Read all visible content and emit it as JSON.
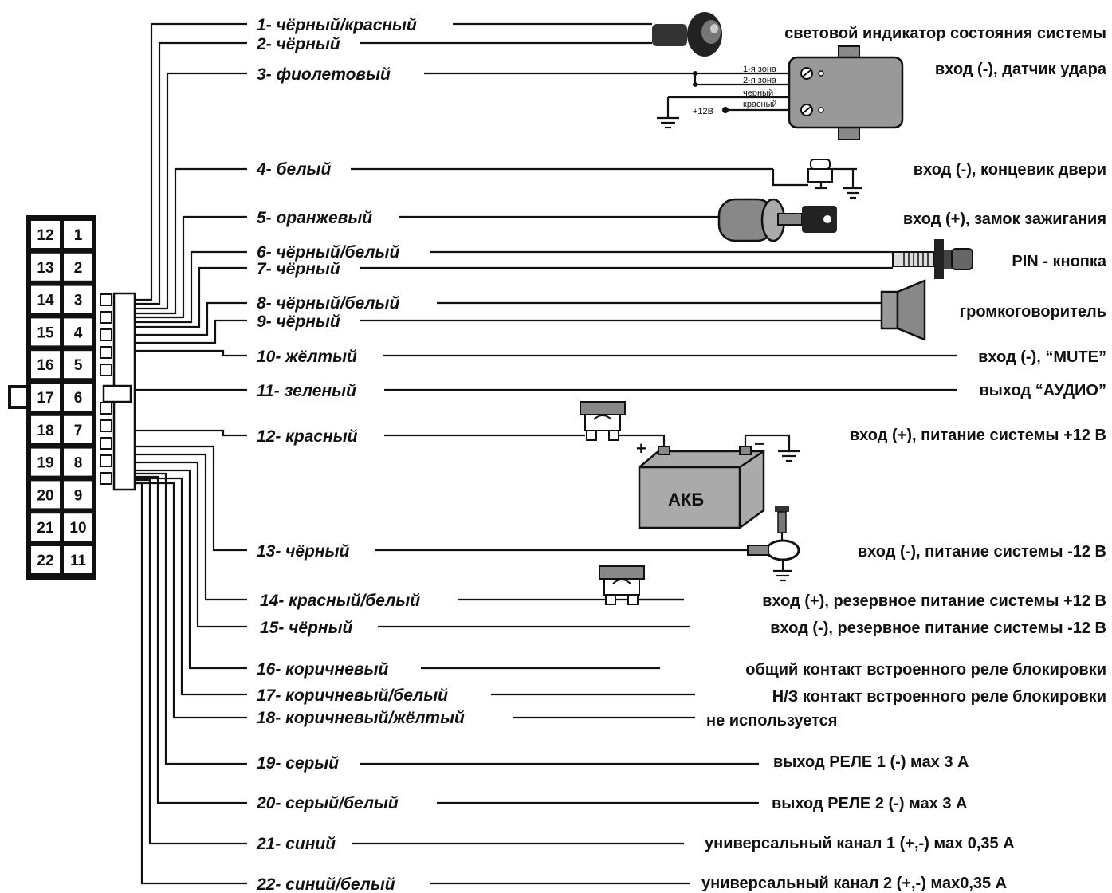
{
  "wires": [
    {
      "label": "1- чёрный/красный",
      "desc": "световой индикатор состояния системы"
    },
    {
      "label": "2- чёрный",
      "desc": ""
    },
    {
      "label": "3- фиолетовый",
      "desc": "вход (-), датчик удара"
    },
    {
      "label": "4- белый",
      "desc": "вход (-), концевик  двери"
    },
    {
      "label": "5- оранжевый",
      "desc": "вход (+), замок зажигания"
    },
    {
      "label": "6- чёрный/белый",
      "desc": "PIN - кнопка"
    },
    {
      "label": "7- чёрный",
      "desc": ""
    },
    {
      "label": "8- чёрный/белый",
      "desc": "громкоговоритель"
    },
    {
      "label": "9- чёрный",
      "desc": ""
    },
    {
      "label": "10- жёлтый",
      "desc": "вход (-), “MUTE”"
    },
    {
      "label": "11- зеленый",
      "desc": "выход “АУДИО”"
    },
    {
      "label": "12- красный",
      "desc": "вход (+), питание системы +12 В"
    },
    {
      "label": "13- чёрный",
      "desc": "вход (-), питание системы -12 В"
    },
    {
      "label": "14- красный/белый",
      "desc": "вход (+), резервное питание системы +12 В"
    },
    {
      "label": "15- чёрный",
      "desc": "вход (-), резервное питание системы -12 В"
    },
    {
      "label": "16- коричневый",
      "desc": "общий контакт встроенного реле блокировки"
    },
    {
      "label": "17- коричневый/белый",
      "desc": "Н/З контакт встроенного реле блокировки"
    },
    {
      "label": "18- коричневый/жёлтый",
      "desc": "не используется"
    },
    {
      "label": "19- серый",
      "desc": "выход РЕЛЕ 1 (-) мах 3 А"
    },
    {
      "label": "20- серый/белый",
      "desc": "выход  РЕЛЕ 2 (-) мах 3 А"
    },
    {
      "label": "21- синий",
      "desc": "универсальный канал 1 (+,-) мах 0,35 А"
    },
    {
      "label": "22- синий/белый",
      "desc": "универсальный канал 2 (+,-)  мах0,35 А"
    }
  ],
  "connector": {
    "left_pins": [
      "12",
      "13",
      "14",
      "15",
      "16",
      "17",
      "18",
      "19",
      "20",
      "21",
      "22"
    ],
    "right_pins": [
      "1",
      "2",
      "3",
      "4",
      "5",
      "6",
      "7",
      "8",
      "9",
      "10",
      "11"
    ]
  },
  "shock_sensor": {
    "zone1": "1-я зона",
    "zone2": "2-я зона",
    "black": "черный",
    "red": "красный",
    "plus12": "+12В"
  },
  "battery": {
    "label": "АКБ",
    "plus": "+",
    "minus": "−"
  }
}
